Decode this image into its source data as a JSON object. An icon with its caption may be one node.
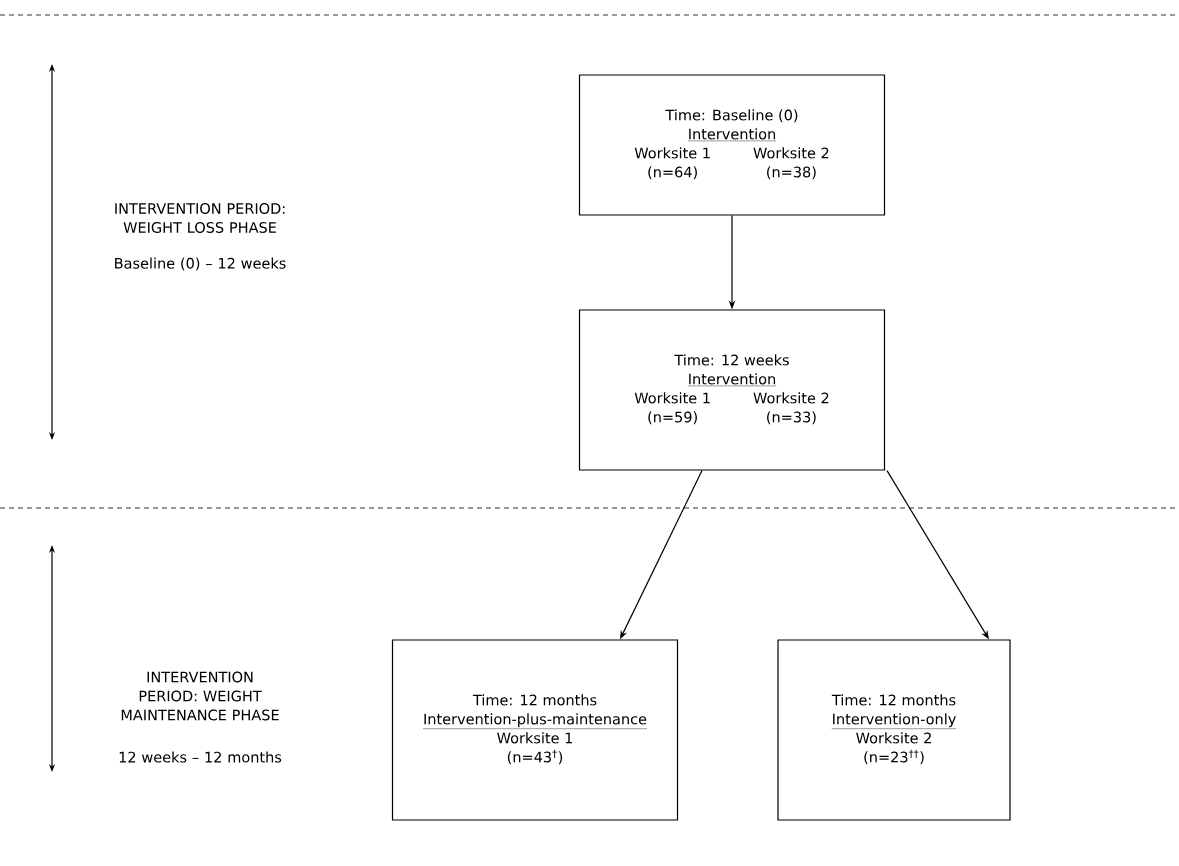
{
  "diagram": {
    "nodes": [
      {
        "text": [
          "Time: Baseline (0)",
          "Intervention",
          "Worksite 1",
          "(n=64)",
          "Worksite 2",
          "(n=38)"
        ]
      },
      {
        "text": [
          "Time: 12 weeks",
          "Intervention",
          "Worksite 1",
          "(n=59)",
          "Worksite 2",
          "(n=33)"
        ]
      },
      {
        "text": [
          "Time: 12 months",
          "Intervention-plus-maintenance",
          "Worksite 1",
          "(n=43$^{†}$)"
        ]
      },
      {
        "text": [
          "Time: 12 months",
          "Intervention-only",
          "Worksite 2",
          "(n=23$^{††}$)"
        ]
      }
    ],
    "edges": [
      {
        "from": 0,
        "to": 1,
        "arrow": "to"
      },
      {
        "from": 1,
        "to": 2,
        "arrow": "to"
      },
      {
        "from": 1,
        "to": 3,
        "arrow": "to"
      }
    ],
    "labels": [
      "INTERVENTION PERIOD: WEIGHT LOSS PHASE",
      "Baseline (0) – 12 weeks",
      "INTERVENTION PERIOD: WEIGHT MAINTENANCE PHASE",
      "12 weeks – 12 months"
    ]
  }
}
